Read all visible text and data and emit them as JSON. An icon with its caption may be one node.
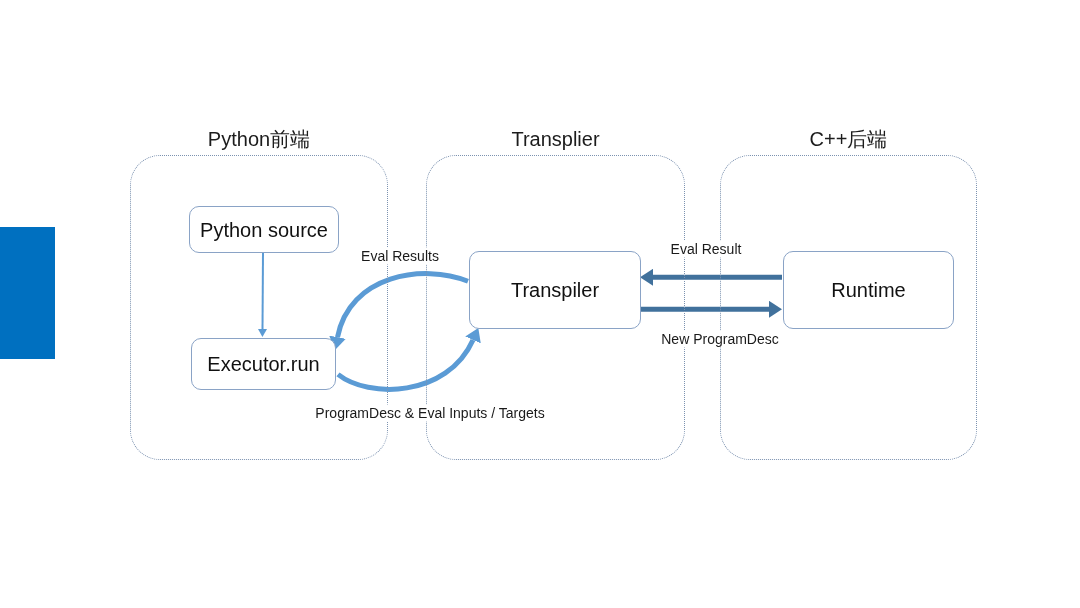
{
  "diagram": {
    "nodes": [
      {
        "text": [
          "Python前端"
        ]
      },
      {
        "text": [
          "Python source"
        ],
        "in": 0
      },
      {
        "text": [
          "Executor.run"
        ],
        "in": 0
      },
      {
        "text": [
          "Transplier"
        ]
      },
      {
        "text": [
          "Transpiler"
        ],
        "in": 3
      },
      {
        "text": [
          "C++后端"
        ]
      },
      {
        "text": [
          "Runtime"
        ],
        "in": 5
      }
    ],
    "edges": [
      {
        "from": 1,
        "to": 2,
        "arrow": "to"
      },
      {
        "from": 4,
        "to": 2,
        "arrow": "to",
        "label": "Eval Results"
      },
      {
        "from": 2,
        "to": 4,
        "arrow": "to",
        "label": "ProgramDesc & Eval Inputs / Targets"
      },
      {
        "from": 6,
        "to": 4,
        "arrow": "to",
        "label": "Eval Result",
        "color": "#41719c"
      },
      {
        "from": 4,
        "to": 6,
        "arrow": "to",
        "label": "New ProgramDesc",
        "color": "#41719c"
      }
    ]
  }
}
